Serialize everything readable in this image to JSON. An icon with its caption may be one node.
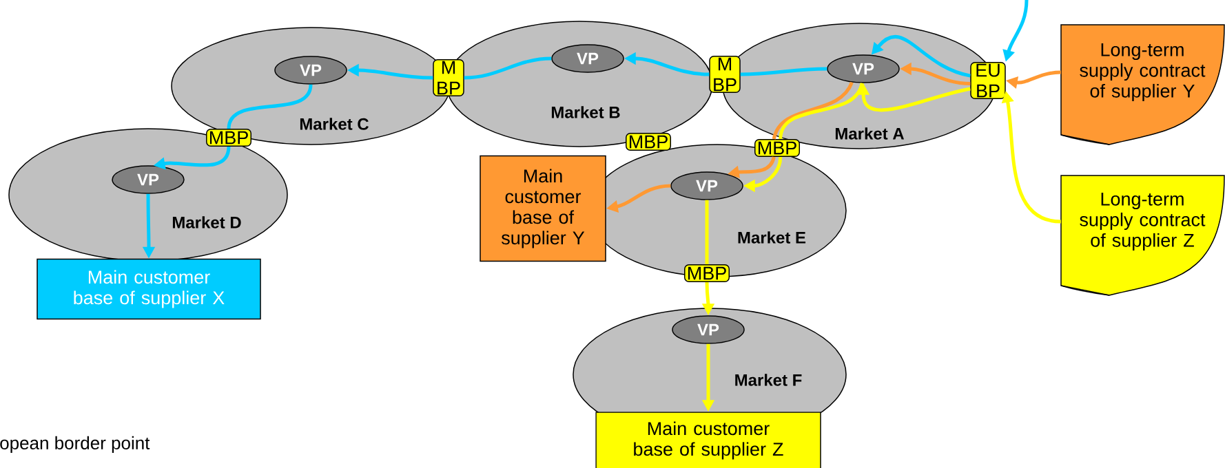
{
  "diagram": {
    "nodes": [
      {
        "text": [
          "Market C"
        ]
      },
      {
        "text": [
          "VP"
        ],
        "in": 0
      },
      {
        "text": [
          "Market B"
        ]
      },
      {
        "text": [
          "VP"
        ],
        "in": 2
      },
      {
        "text": [
          "Market A"
        ]
      },
      {
        "text": [
          "VP"
        ],
        "in": 4
      },
      {
        "text": [
          "M BP"
        ]
      },
      {
        "text": [
          "M BP"
        ]
      },
      {
        "text": [
          "EU BP"
        ]
      },
      {
        "text": [
          "Long-term supply contract of supplier Y"
        ]
      },
      {
        "text": [
          "MBP"
        ]
      },
      {
        "text": [
          "Market D"
        ]
      },
      {
        "text": [
          "VP"
        ],
        "in": 11
      },
      {
        "text": [
          "MBP"
        ]
      },
      {
        "text": [
          "MBP"
        ]
      },
      {
        "text": [
          "Market E"
        ]
      },
      {
        "text": [
          "VP"
        ],
        "in": 15
      },
      {
        "text": [
          "Main customer base of supplier Y"
        ]
      },
      {
        "text": [
          "Long-term supply contract of supplier Z"
        ]
      },
      {
        "text": [
          "MBP"
        ]
      },
      {
        "text": [
          "Main customer base of supplier X"
        ]
      },
      {
        "text": [
          "Market F"
        ]
      },
      {
        "text": [
          "VP"
        ],
        "in": 21
      },
      {
        "text": [
          "Main customer base of supplier Z"
        ]
      }
    ],
    "edges": [
      {
        "from": null,
        "to": 8,
        "arrow": "to",
        "color": "#00ccff"
      },
      {
        "from": 8,
        "to": 5,
        "arrow": "to",
        "color": "#00ccff"
      },
      {
        "from": 5,
        "to": 7,
        "arrow": "none",
        "color": "#00ccff"
      },
      {
        "from": 7,
        "to": 3,
        "arrow": "to",
        "color": "#00ccff"
      },
      {
        "from": 3,
        "to": 6,
        "arrow": "none",
        "color": "#00ccff"
      },
      {
        "from": 6,
        "to": 1,
        "arrow": "to",
        "color": "#00ccff"
      },
      {
        "from": 1,
        "to": 10,
        "arrow": "none",
        "color": "#00ccff"
      },
      {
        "from": 10,
        "to": 12,
        "arrow": "to",
        "color": "#00ccff"
      },
      {
        "from": 12,
        "to": 20,
        "arrow": "to",
        "color": "#00ccff"
      },
      {
        "from": 9,
        "to": 8,
        "arrow": "to",
        "color": "#ff9933"
      },
      {
        "from": 8,
        "to": 5,
        "arrow": "to",
        "color": "#ff9933"
      },
      {
        "from": 5,
        "to": 14,
        "arrow": "none",
        "color": "#ff9933"
      },
      {
        "from": 14,
        "to": 16,
        "arrow": "to",
        "color": "#ff9933"
      },
      {
        "from": 16,
        "to": 17,
        "arrow": "to",
        "color": "#ff9933"
      },
      {
        "from": 18,
        "to": 8,
        "arrow": "to",
        "color": "#ffff00"
      },
      {
        "from": 8,
        "to": 5,
        "arrow": "to",
        "color": "#ffff00"
      },
      {
        "from": 5,
        "to": 14,
        "arrow": "none",
        "color": "#ffff00"
      },
      {
        "from": 14,
        "to": 16,
        "arrow": "to",
        "color": "#ffff00"
      },
      {
        "from": 16,
        "to": 19,
        "arrow": "none",
        "color": "#ffff00"
      },
      {
        "from": 19,
        "to": 22,
        "arrow": "to",
        "color": "#ffff00"
      },
      {
        "from": 22,
        "to": 23,
        "arrow": "to",
        "color": "#ffff00"
      }
    ],
    "labels": [
      "opean border point"
    ]
  }
}
